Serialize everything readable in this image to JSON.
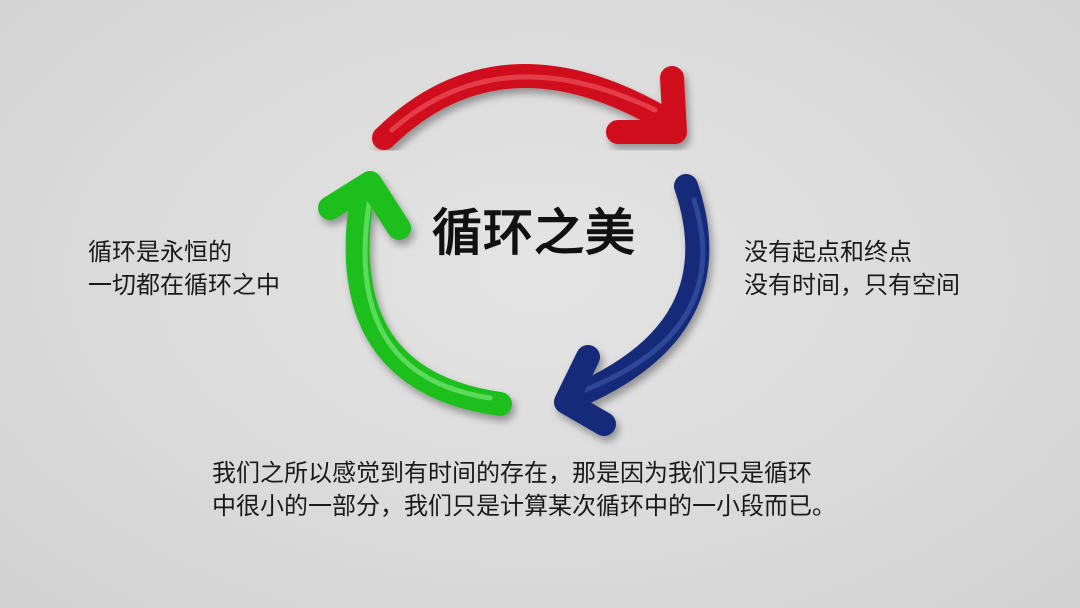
{
  "title": "循环之美",
  "left_note": {
    "line1": "循环是永恒的",
    "line2": "一切都在循环之中"
  },
  "right_note": {
    "line1": "没有起点和终点",
    "line2": "没有时间，只有空间"
  },
  "bottom_note": {
    "line1": "我们之所以感觉到有时间的存在，那是因为我们只是循环",
    "line2": "中很小的一部分，我们只是计算某次循环中的一小段而已。"
  },
  "colors": {
    "red_arrow": "#d0101a",
    "blue_arrow": "#142a7a",
    "green_arrow": "#1fbf1f",
    "background": "#dcdcdc"
  }
}
